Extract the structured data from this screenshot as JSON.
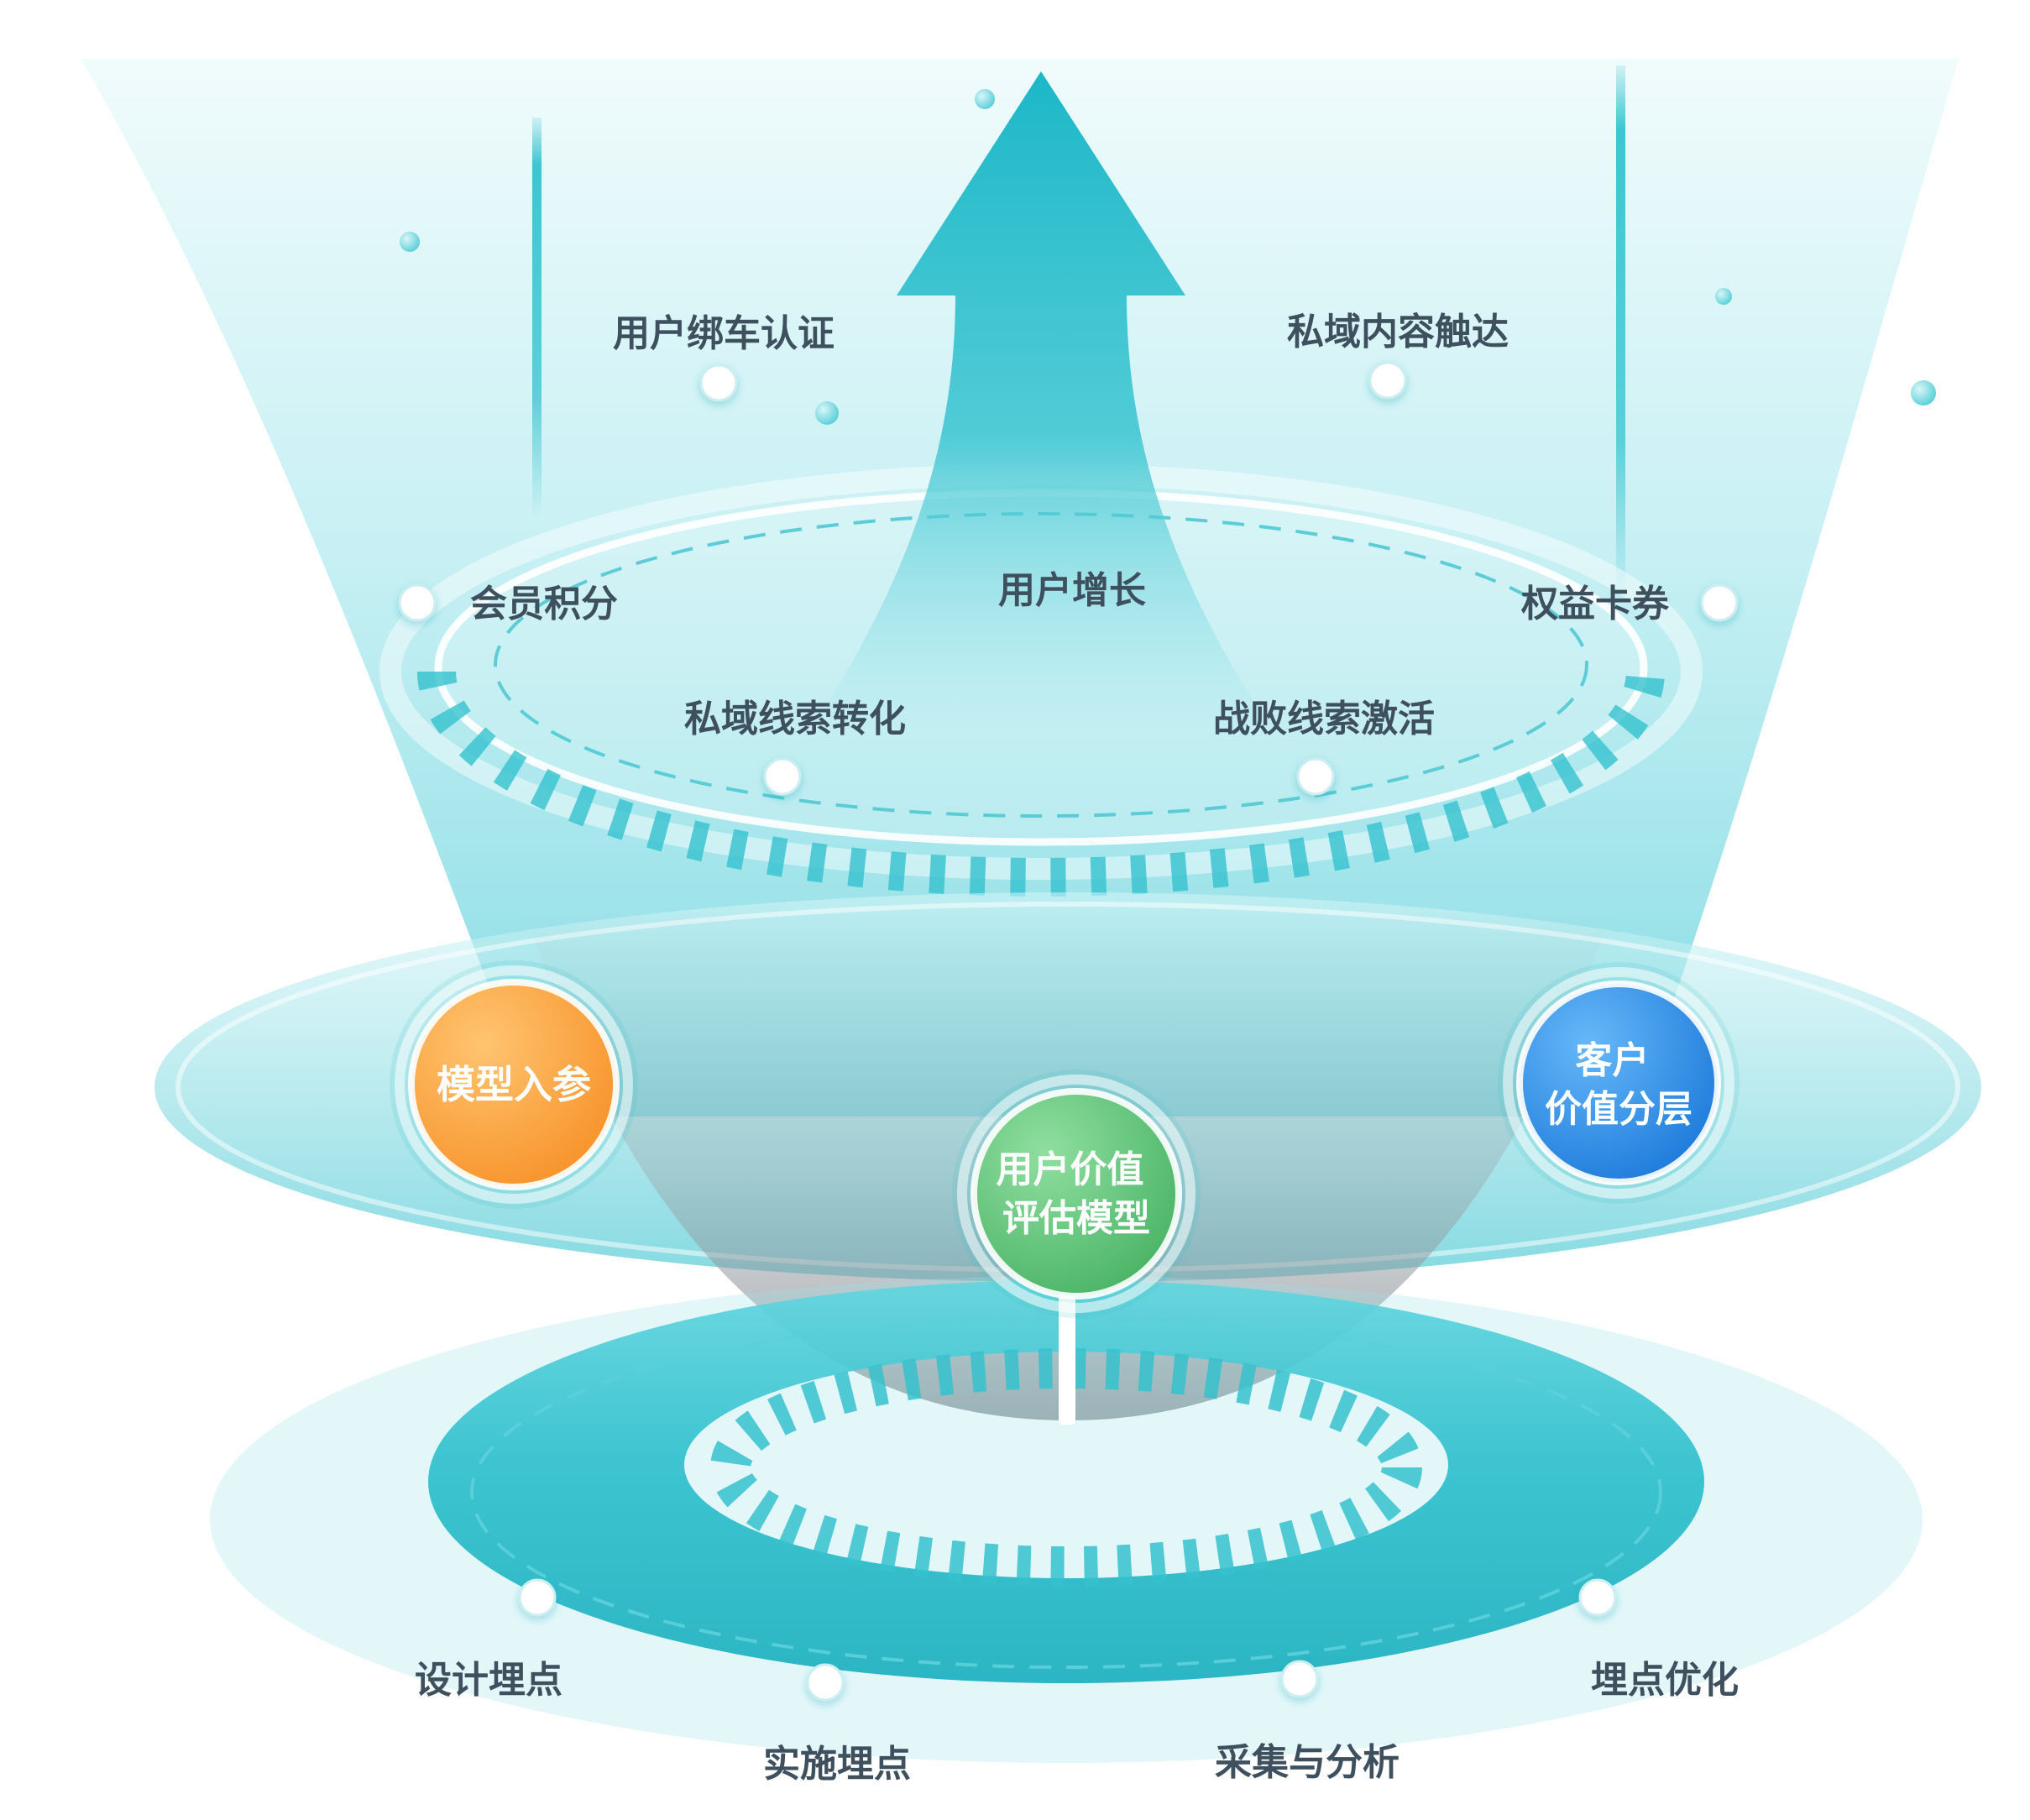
{
  "colors": {
    "teal": "#35C5D1",
    "teal_dark": "#17AEBE",
    "orange": "#F7941E",
    "green": "#44B865",
    "blue": "#1E86E8",
    "label_text": "#3E4F5E"
  },
  "upper_stage": {
    "labels": [
      {
        "text": "用户绑车认证"
      },
      {
        "text": "私域内容触达"
      }
    ]
  },
  "ring_stage": {
    "labels": [
      {
        "text": "会员积分"
      },
      {
        "text": "用户增长"
      },
      {
        "text": "权益卡券"
      },
      {
        "text": "私域线索转化"
      },
      {
        "text": "战败线索激活"
      }
    ]
  },
  "model_stage": {
    "input_node": {
      "label": "模型入参"
    },
    "center_node": {
      "label_line1": "用户价值",
      "label_line2": "评估模型"
    },
    "output_node": {
      "label_line1": "客户",
      "label_line2": "价值分层"
    }
  },
  "tracking_stage": {
    "labels": [
      {
        "text": "设计埋点"
      },
      {
        "text": "实施埋点"
      },
      {
        "text": "采集与分析"
      },
      {
        "text": "埋点优化"
      }
    ]
  }
}
